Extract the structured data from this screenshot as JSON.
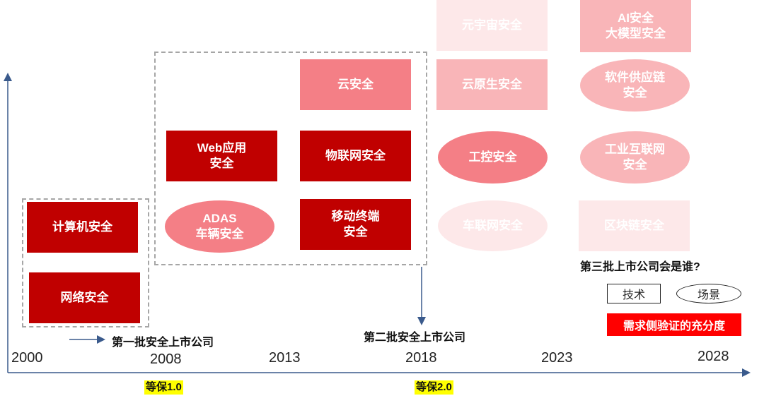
{
  "boxes": {
    "computer_security": "计算机安全",
    "network_security": "网络安全",
    "web_app_security": "Web应用\n安全",
    "adas_security": "ADAS\n车辆安全",
    "cloud_security": "云安全",
    "iot_security": "物联网安全",
    "mobile_terminal_security": "移动终端\n安全",
    "metaverse_security": "元宇宙安全",
    "cloud_native_security": "云原生安全",
    "ics_security": "工控安全",
    "iov_security": "车联网安全",
    "ai_security": "AI安全\n大模型安全",
    "supply_chain_security": "软件供应链\n安全",
    "industrial_internet_security": "工业互联网\n安全",
    "blockchain_security": "区块链安全"
  },
  "labels": {
    "first_batch": "第一批安全上市公司",
    "second_batch": "第二批安全上市公司",
    "third_batch_question": "第三批上市公司会是谁?"
  },
  "legend": {
    "technology": "技术",
    "scenario": "场景",
    "demand_side": "需求侧验证的充分度"
  },
  "years": [
    "2000",
    "2008",
    "2013",
    "2018",
    "2023",
    "2028"
  ],
  "milestones": {
    "dengbao_1": "等保1.0",
    "dengbao_2": "等保2.0"
  },
  "colors": {
    "dark_red": "#c00000",
    "mid_red": "#f47f86",
    "light_red": "#f9b5b8",
    "faint_red": "#fde8e9",
    "highlight": "#ffff00"
  }
}
